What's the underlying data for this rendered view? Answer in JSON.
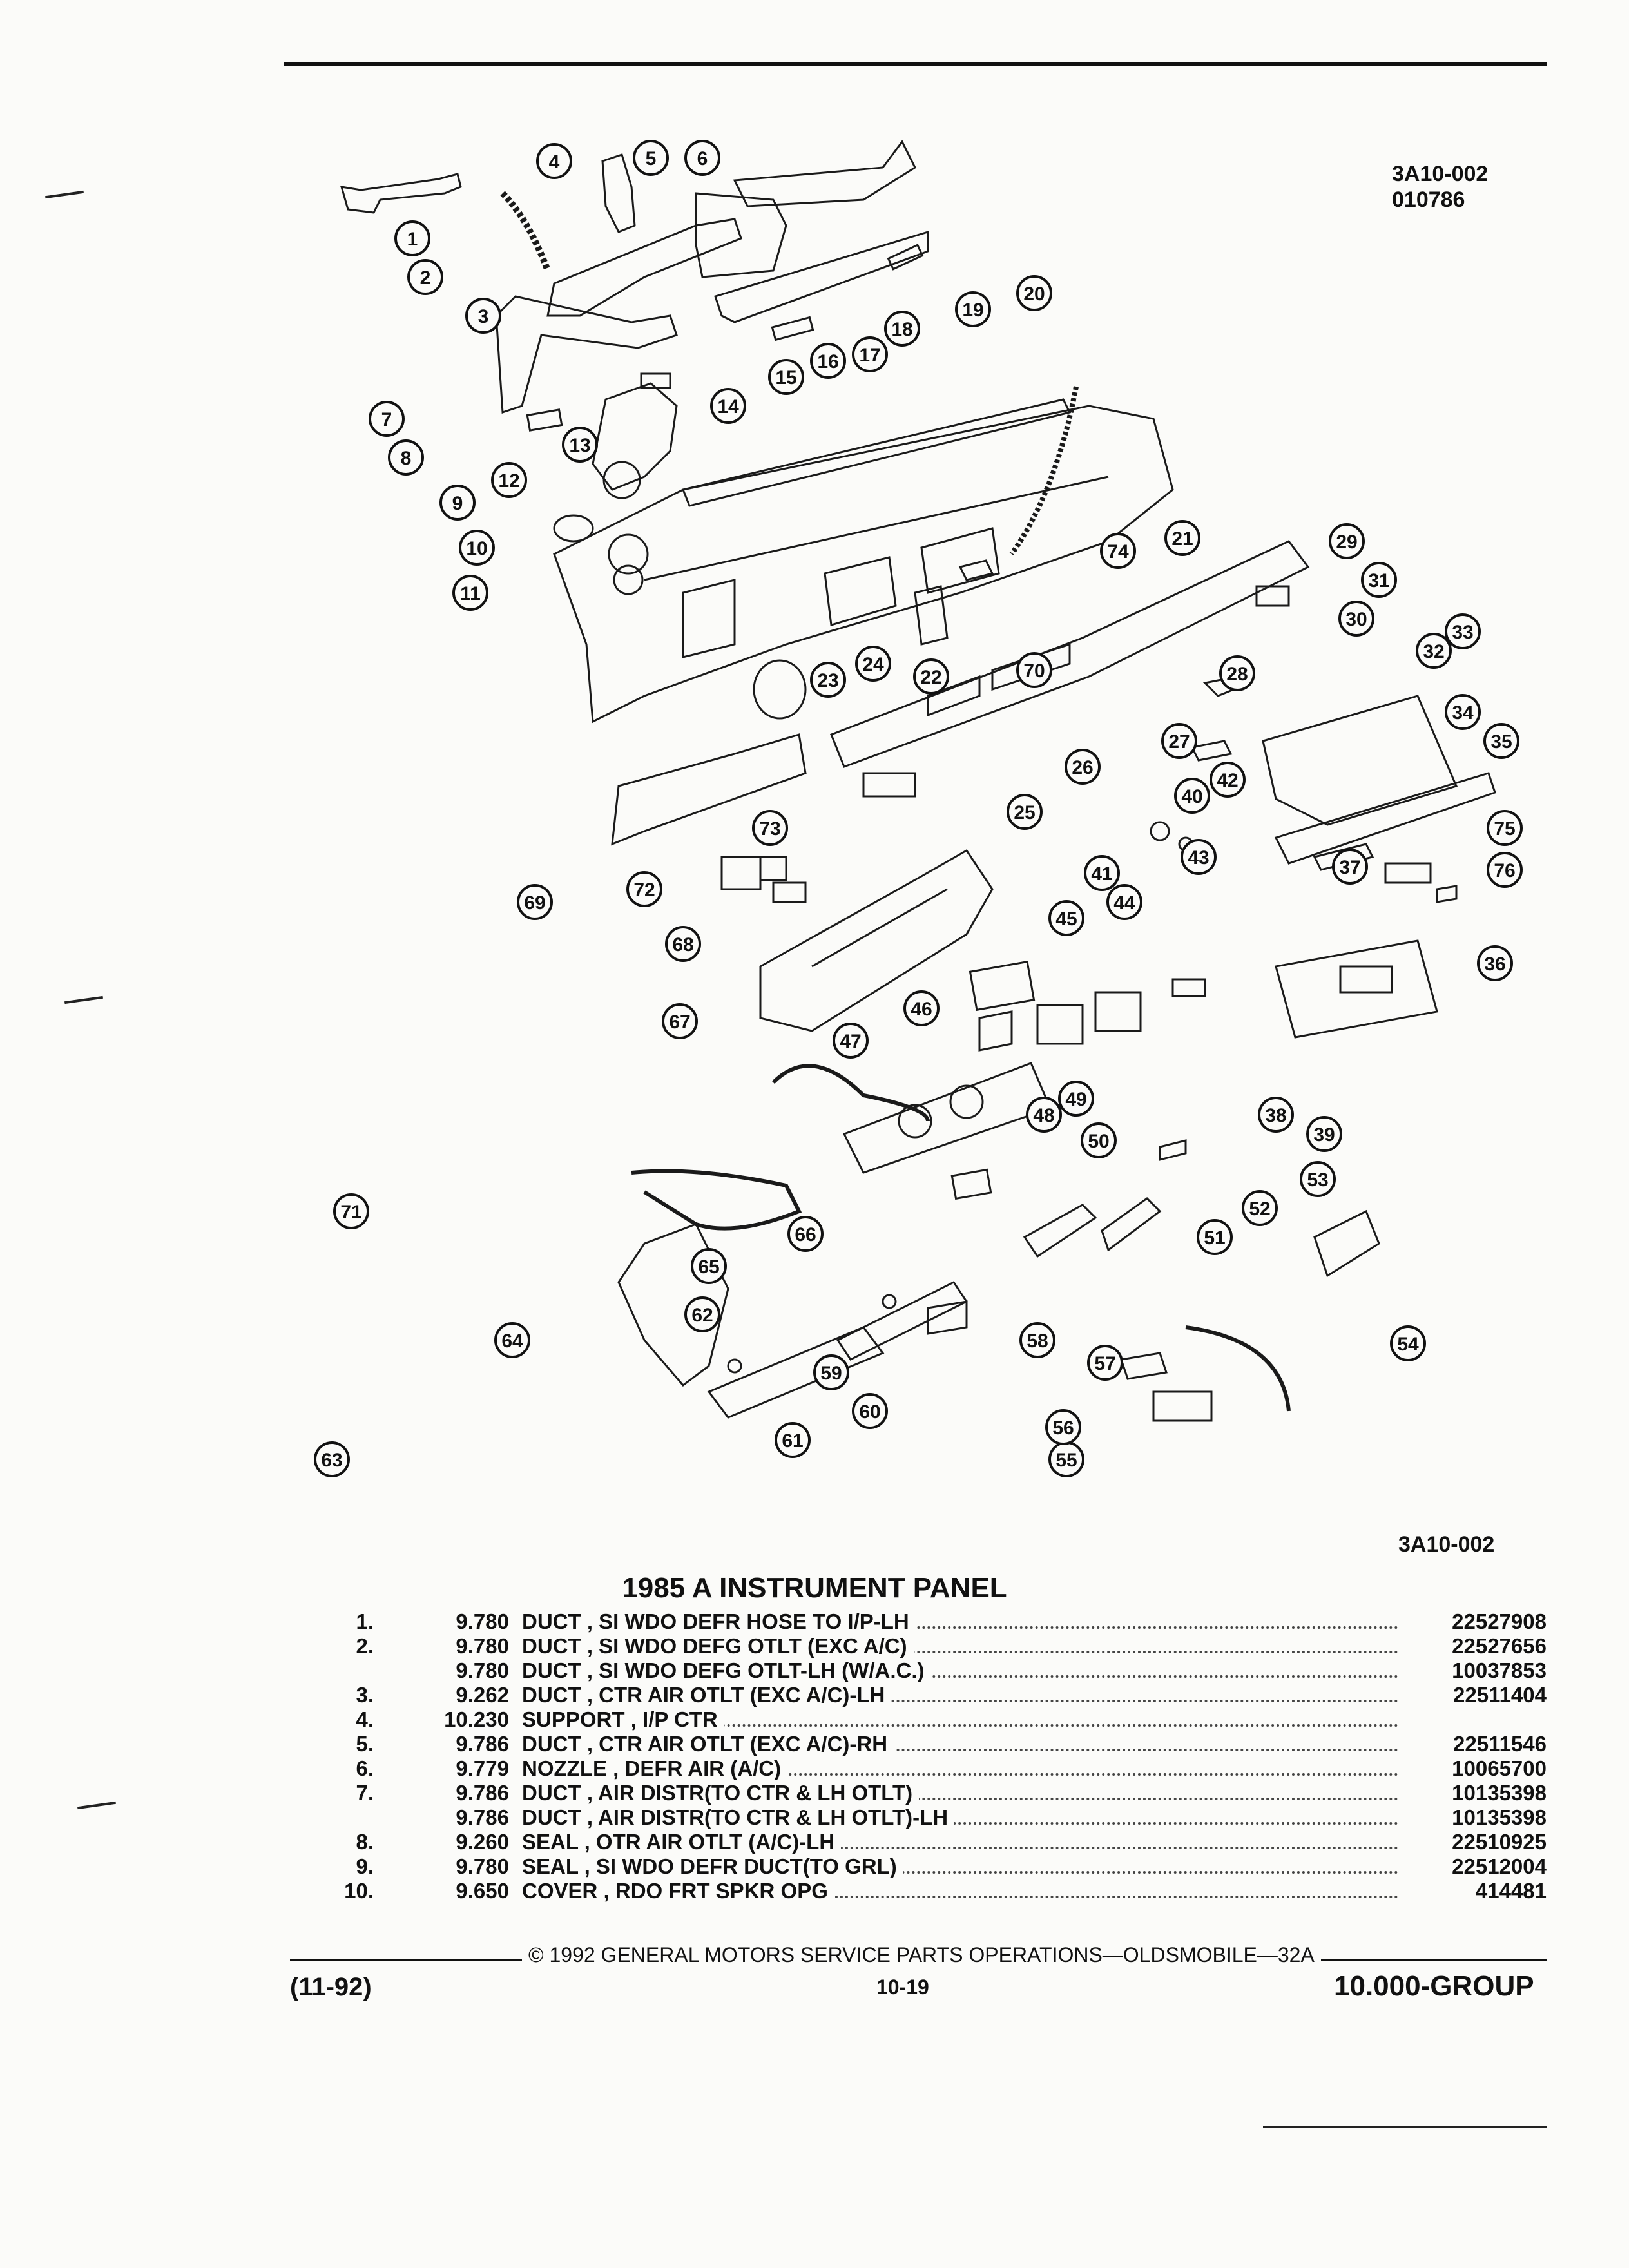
{
  "figure_code": [
    "3A10-002",
    "010786"
  ],
  "figure_code_bottom": "3A10-002",
  "title": "1985 A INSTRUMENT PANEL",
  "callouts": [
    "1",
    "2",
    "3",
    "4",
    "5",
    "6",
    "7",
    "8",
    "9",
    "10",
    "11",
    "12",
    "13",
    "14",
    "15",
    "16",
    "17",
    "18",
    "19",
    "20",
    "21",
    "22",
    "23",
    "24",
    "25",
    "26",
    "27",
    "28",
    "29",
    "30",
    "31",
    "32",
    "33",
    "34",
    "35",
    "36",
    "37",
    "38",
    "39",
    "40",
    "41",
    "42",
    "43",
    "44",
    "45",
    "46",
    "47",
    "48",
    "49",
    "50",
    "51",
    "52",
    "53",
    "54",
    "55",
    "56",
    "57",
    "58",
    "59",
    "60",
    "61",
    "62",
    "63",
    "64",
    "65",
    "66",
    "67",
    "68",
    "69",
    "70",
    "71",
    "72",
    "73",
    "74",
    "75",
    "76"
  ],
  "parts": [
    {
      "num": "1.",
      "group": "9.780",
      "desc": "DUCT , SI WDO DEFR HOSE TO I/P-LH",
      "pn": "22527908"
    },
    {
      "num": "2.",
      "group": "9.780",
      "desc": "DUCT , SI WDO DEFG OTLT (EXC A/C)",
      "pn": "22527656"
    },
    {
      "num": "",
      "group": "9.780",
      "desc": "DUCT , SI WDO DEFG OTLT-LH (W/A.C.)",
      "pn": "10037853"
    },
    {
      "num": "3.",
      "group": "9.262",
      "desc": "DUCT , CTR AIR OTLT (EXC A/C)-LH",
      "pn": "22511404"
    },
    {
      "num": "4.",
      "group": "10.230",
      "desc": "SUPPORT , I/P CTR",
      "pn": ""
    },
    {
      "num": "5.",
      "group": "9.786",
      "desc": "DUCT , CTR AIR OTLT (EXC A/C)-RH",
      "pn": "22511546"
    },
    {
      "num": "6.",
      "group": "9.779",
      "desc": "NOZZLE , DEFR AIR (A/C)",
      "pn": "10065700"
    },
    {
      "num": "7.",
      "group": "9.786",
      "desc": "DUCT , AIR DISTR(TO CTR & LH OTLT)",
      "pn": "10135398"
    },
    {
      "num": "",
      "group": "9.786",
      "desc": "DUCT , AIR DISTR(TO CTR & LH OTLT)-LH",
      "pn": "10135398"
    },
    {
      "num": "8.",
      "group": "9.260",
      "desc": "SEAL , OTR AIR OTLT (A/C)-LH",
      "pn": "22510925"
    },
    {
      "num": "9.",
      "group": "9.780",
      "desc": "SEAL , SI WDO DEFR DUCT(TO GRL)",
      "pn": "22512004"
    },
    {
      "num": "10.",
      "group": "9.650",
      "desc": "COVER , RDO FRT SPKR OPG",
      "pn": "414481"
    }
  ],
  "footer": {
    "copyright": "© 1992 GENERAL MOTORS SERVICE PARTS OPERATIONS—OLDSMOBILE—32A",
    "date": "(11-92)",
    "page": "10-19",
    "group": "10.000-GROUP"
  }
}
